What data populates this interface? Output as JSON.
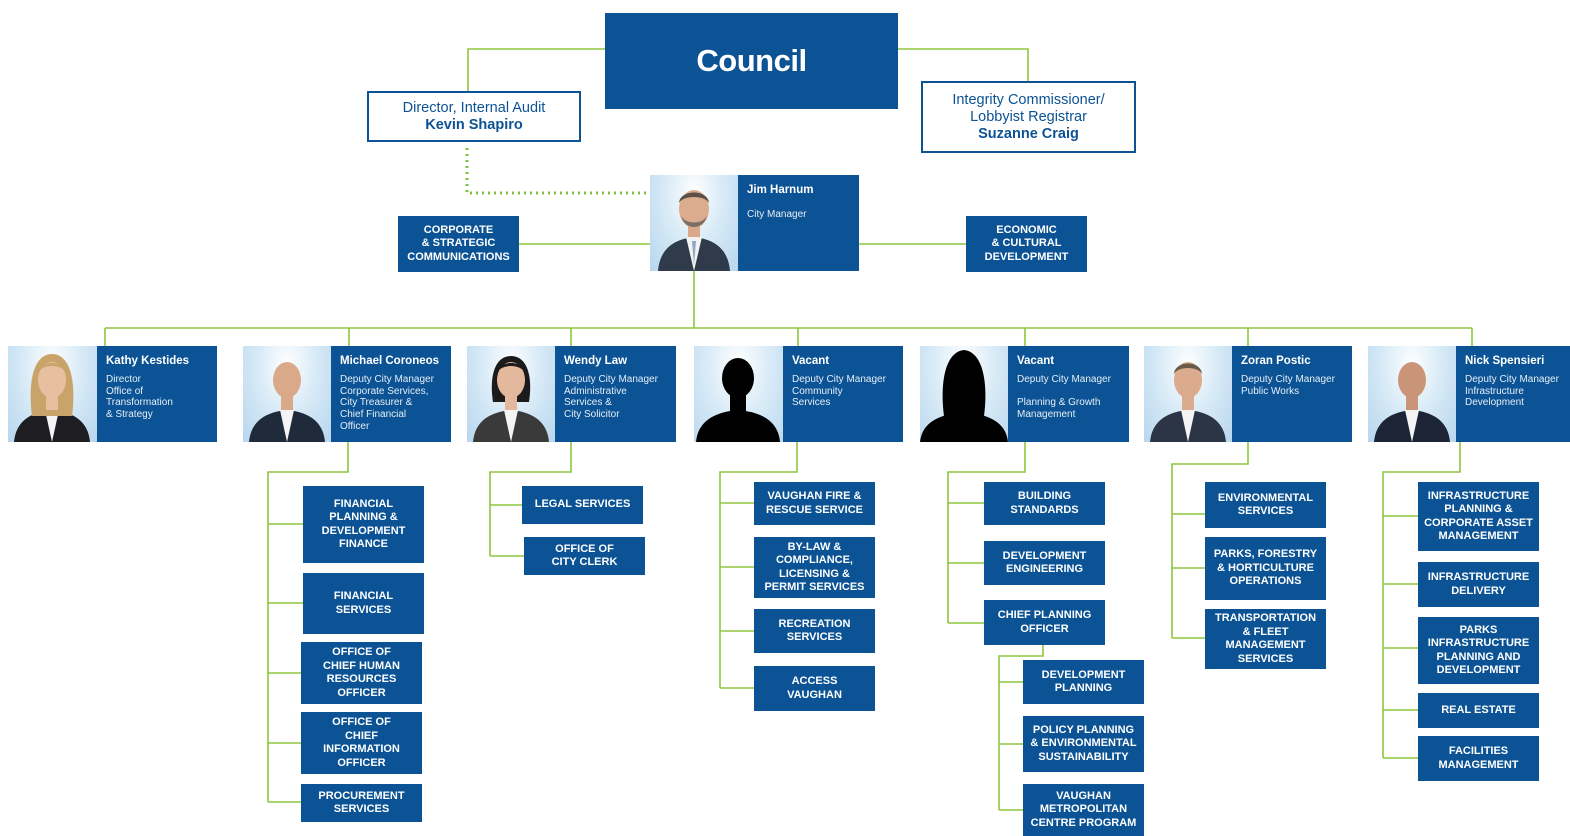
{
  "council": {
    "label": "Council"
  },
  "audit": {
    "title": "Director, Internal Audit",
    "name": "Kevin Shapiro"
  },
  "integrity": {
    "title": "Integrity Commissioner/\nLobbyist Registrar",
    "name": "Suzanne Craig"
  },
  "city_manager": {
    "name": "Jim Harnum",
    "title": "City Manager"
  },
  "staff_units": {
    "corporate_comms": "CORPORATE\n& STRATEGIC\nCOMMUNICATIONS",
    "economic_dev": "ECONOMIC\n& CULTURAL\nDEVELOPMENT"
  },
  "executives": [
    {
      "name": "Kathy Kestides",
      "title": "Director\nOffice of\nTransformation\n& Strategy",
      "photo": "woman-blonde"
    },
    {
      "name": "Michael Coroneos",
      "title": "Deputy City Manager\nCorporate Services,\nCity Treasurer &\nChief Financial\nOfficer",
      "photo": "man-bald"
    },
    {
      "name": "Wendy Law",
      "title": "Deputy City Manager\nAdministrative\nServices &\nCity Solicitor",
      "photo": "woman-dark-hair"
    },
    {
      "name": "Vacant",
      "title": "Deputy City Manager\nCommunity\nServices",
      "photo": "silhouette-male"
    },
    {
      "name": "Vacant",
      "title": "Deputy City Manager\n\nPlanning & Growth\nManagement",
      "photo": "silhouette-female"
    },
    {
      "name": "Zoran Postic",
      "title": "Deputy City Manager\nPublic Works",
      "photo": "man-short-hair"
    },
    {
      "name": "Nick Spensieri",
      "title": "Deputy City Manager\nInfrastructure\nDevelopment",
      "photo": "man-bald-2"
    }
  ],
  "departments": {
    "corporate": [
      "FINANCIAL\nPLANNING &\nDEVELOPMENT\nFINANCE",
      "FINANCIAL\nSERVICES",
      "OFFICE OF\nCHIEF HUMAN\nRESOURCES\nOFFICER",
      "OFFICE OF\nCHIEF\nINFORMATION\nOFFICER",
      "PROCUREMENT\nSERVICES"
    ],
    "admin": [
      "LEGAL SERVICES",
      "OFFICE OF\nCITY CLERK"
    ],
    "community": [
      "VAUGHAN FIRE &\nRESCUE SERVICE",
      "BY-LAW &\nCOMPLIANCE,\nLICENSING &\nPERMIT SERVICES",
      "RECREATION\nSERVICES",
      "ACCESS\nVAUGHAN"
    ],
    "planning": [
      "BUILDING\nSTANDARDS",
      "DEVELOPMENT\nENGINEERING",
      "CHIEF PLANNING\nOFFICER"
    ],
    "planning_sub": [
      "DEVELOPMENT\nPLANNING",
      "POLICY PLANNING\n& ENVIRONMENTAL\nSUSTAINABILITY",
      "VAUGHAN\nMETROPOLITAN\nCENTRE PROGRAM"
    ],
    "public_works": [
      "ENVIRONMENTAL\nSERVICES",
      "PARKS, FORESTRY\n& HORTICULTURE\nOPERATIONS",
      "TRANSPORTATION\n& FLEET\nMANAGEMENT\nSERVICES"
    ],
    "infrastructure": [
      "INFRASTRUCTURE\nPLANNING &\nCORPORATE ASSET\nMANAGEMENT",
      "INFRASTRUCTURE\nDELIVERY",
      "PARKS\nINFRASTRUCTURE\nPLANNING AND\nDEVELOPMENT",
      "REAL ESTATE",
      "FACILITIES\nMANAGEMENT"
    ]
  },
  "colors": {
    "primary": "#0b5394",
    "connector": "#8dc63f",
    "dotted": "#7cc242"
  }
}
